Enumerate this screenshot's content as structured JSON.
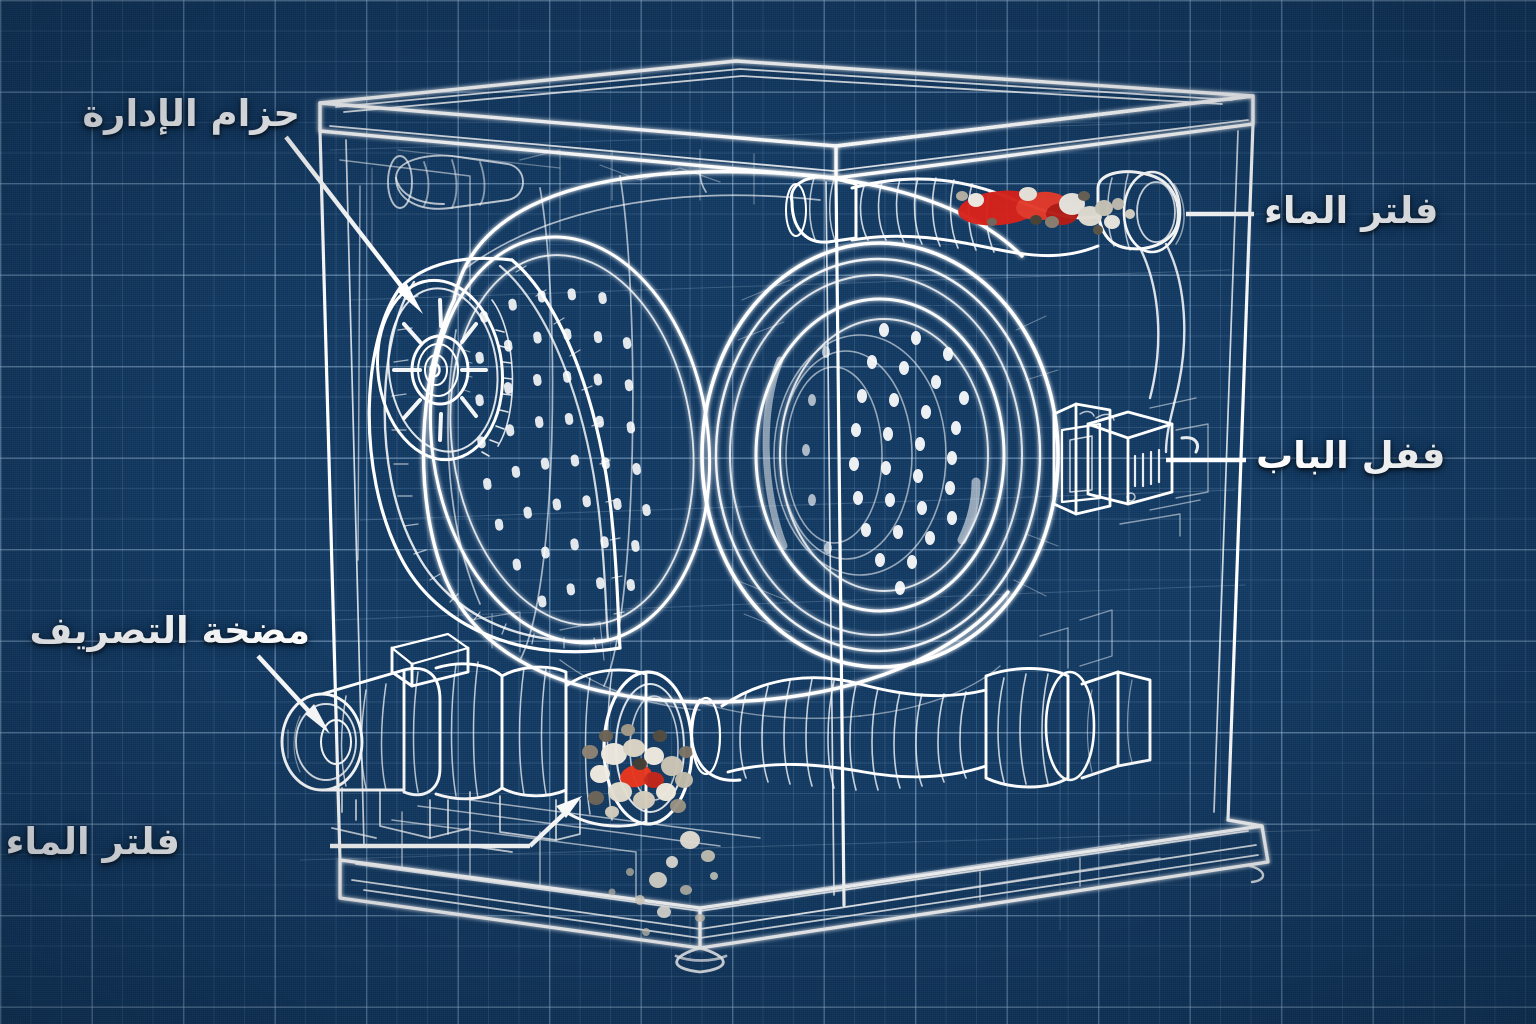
{
  "diagram": {
    "subject": "washing-machine-cutaway-blueprint",
    "style": "blueprint",
    "colors": {
      "paper": "#123a63",
      "grid_minor": "#6d96bf",
      "grid_major": "#b2d0ec",
      "ink": "#ffffff",
      "debris_red": "#e8241c",
      "debris_light": "#e6e2da"
    },
    "callouts": [
      {
        "id": "drive-belt",
        "label": "حزام الإدارة",
        "label_position": "top-left",
        "leader": "arrow",
        "points_to": "motor-pulley-and-drive-belt"
      },
      {
        "id": "water-filter-top",
        "label": "فلتر الماء",
        "label_position": "top-right",
        "leader": "line",
        "points_to": "clogged-inlet-hose"
      },
      {
        "id": "door-lock",
        "label": "ففل الباب",
        "label_position": "middle-right",
        "leader": "line",
        "points_to": "door-lock-assembly"
      },
      {
        "id": "drain-pump",
        "label": "مضخة التصريف",
        "label_position": "bottom-left",
        "leader": "arrow",
        "points_to": "drain-pump-housing"
      },
      {
        "id": "water-filter-bottom",
        "label": "فلتر الماء",
        "label_position": "bottom-left-lower",
        "leader": "line-arrow",
        "points_to": "clogged-drain-filter-cartridge"
      }
    ],
    "components": [
      "outer-cabinet",
      "top-panel",
      "base-plinth",
      "leveling-foot",
      "outer-drum",
      "inner-perforated-drum",
      "door-opening-ring",
      "motor-pulley",
      "drive-belt",
      "door-lock-assembly",
      "drain-pump",
      "drain-filter-cartridge",
      "corrugated-drain-hose",
      "inlet-hose",
      "debris-lint-buildup"
    ]
  }
}
